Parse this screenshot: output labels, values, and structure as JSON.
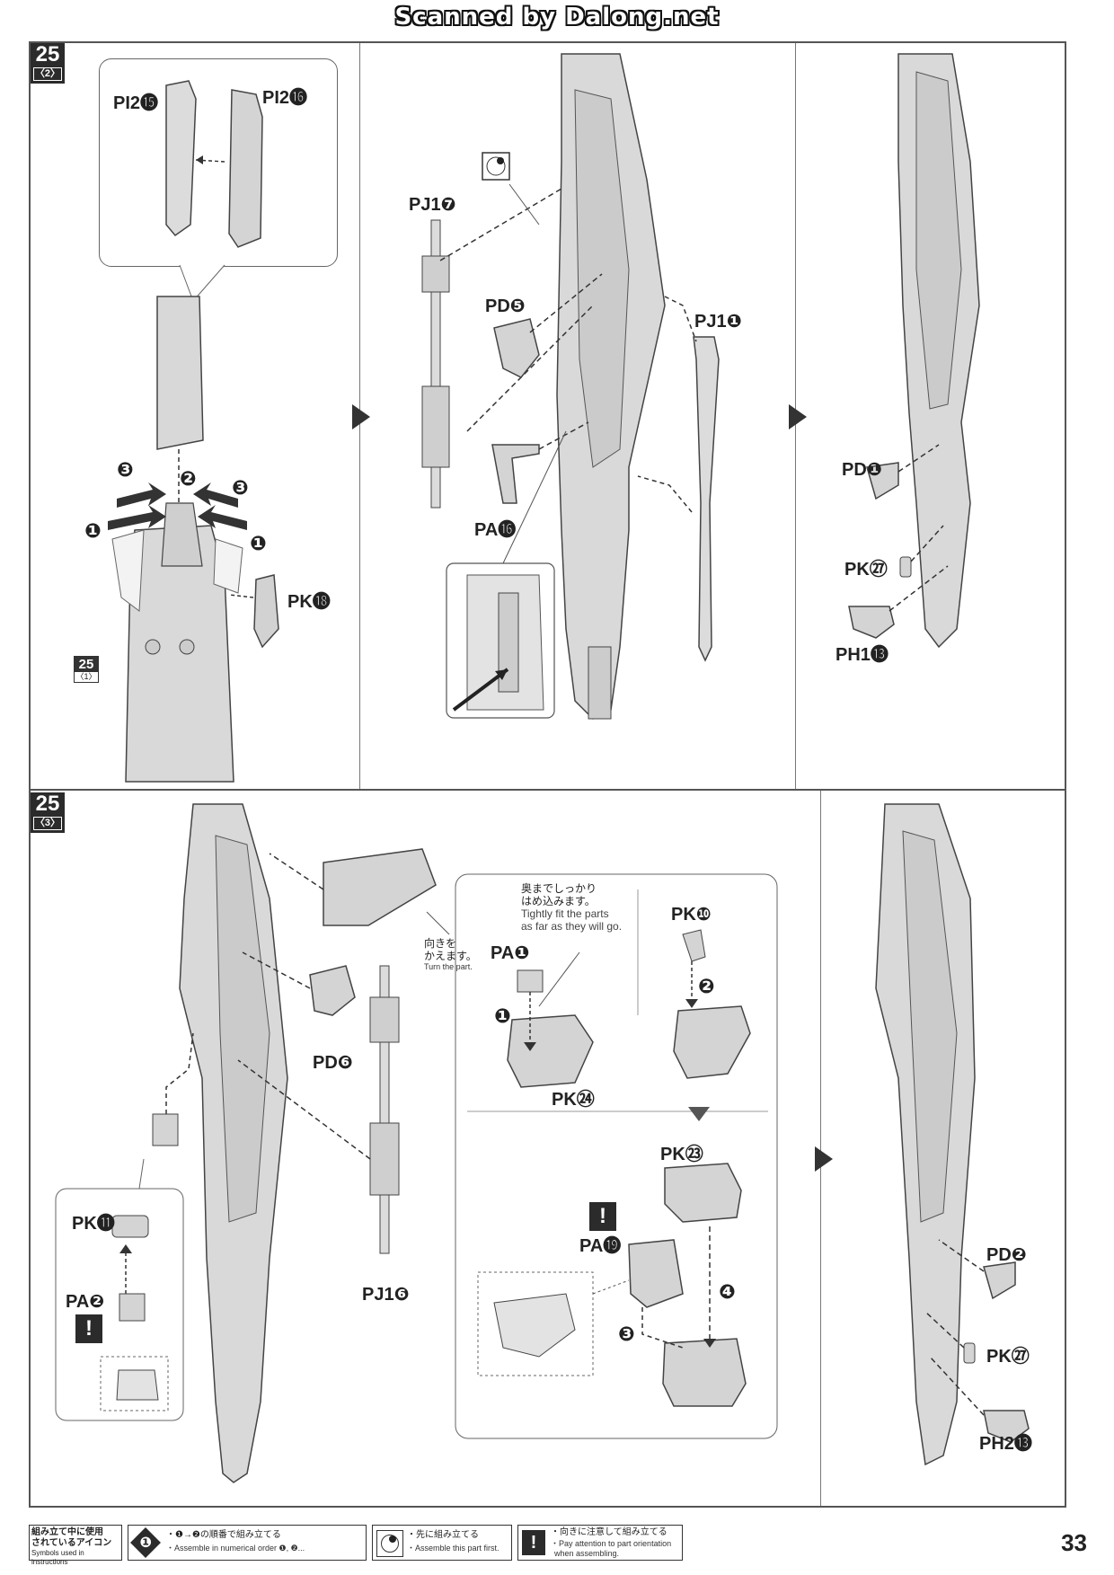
{
  "watermark": "Scanned by Dalong.net",
  "page_number": "33",
  "step_top": {
    "number": "25",
    "sub": "〈2〉"
  },
  "step_bottom": {
    "number": "25",
    "sub": "〈3〉"
  },
  "ref_badge": {
    "number": "25",
    "sub": "〈1〉"
  },
  "labels_top": {
    "pi2_15": "PI2⓯",
    "pi2_16": "PI2⓰",
    "pk18": "PK⓲",
    "pj1_7": "PJ1❼",
    "pd5": "PD❺",
    "pj1_1": "PJ1❶",
    "pa16": "PA⓰",
    "pd1": "PD❶",
    "pk27": "PK㉗",
    "ph1_13": "PH1⓭"
  },
  "labels_bottom": {
    "pd6": "PD❻",
    "pj1_6": "PJ1❻",
    "pk11": "PK⓫",
    "pa2": "PA❷",
    "pa1": "PA❶",
    "pk10": "PK❿",
    "pk24": "PK㉔",
    "pk23": "PK㉓",
    "pa19": "PA⓳",
    "pd2": "PD❷",
    "pk27": "PK㉗",
    "ph2_13": "PH2⓭"
  },
  "orders": {
    "o1": "❶",
    "o2": "❷",
    "o3": "❸",
    "o4": "❹"
  },
  "notes": {
    "turn_jp1": "向きを",
    "turn_jp2": "かえます。",
    "turn_en": "Turn the part.",
    "fit_jp1": "奥までしっかり",
    "fit_jp2": "はめ込みます。",
    "fit_en1": "Tightly fit the parts",
    "fit_en2": "as far as they will go."
  },
  "footer": {
    "legend_jp1": "組み立て中に使用",
    "legend_jp2": "されているアイコン",
    "legend_en": "Symbols used in instructions",
    "order_icon": "❶",
    "order_jp": "・❶→❷の順番で組み立てる",
    "order_en": "・Assemble in numerical order ❶, ❷...",
    "first_jp": "・先に組み立てる",
    "first_en": "・Assemble this part first.",
    "attention_icon": "!",
    "attention_jp": "・向きに注意して組み立てる",
    "attention_en1": "・Pay attention to part orientation",
    "attention_en2": "when assembling."
  },
  "icons": [
    "attention-icon",
    "assemble-first-icon",
    "order-icon"
  ],
  "colors": {
    "line": "#444444",
    "fill": "#d9d9d9",
    "dark": "#2b2b2b"
  }
}
